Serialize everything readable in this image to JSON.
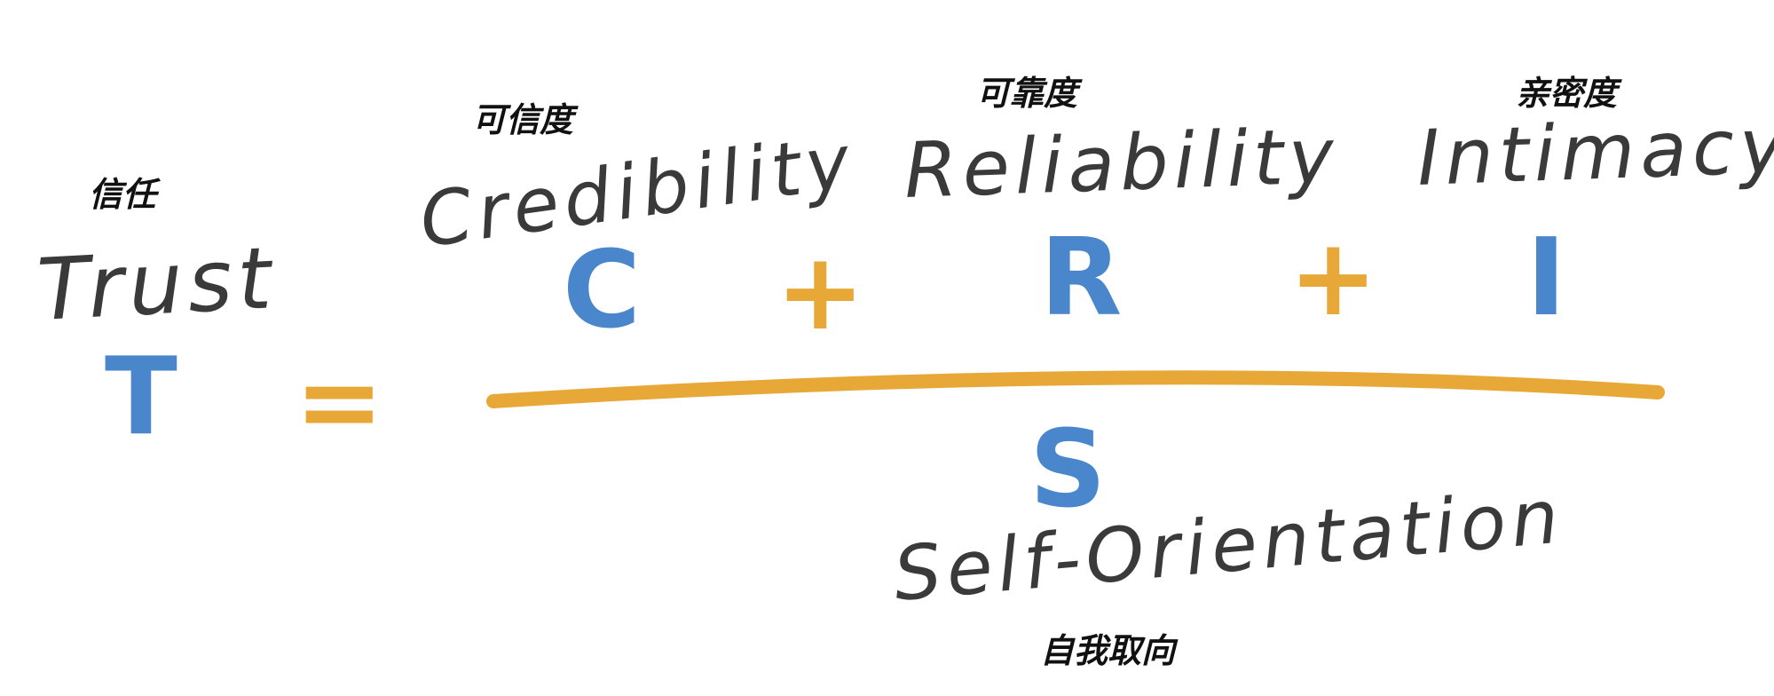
{
  "colors": {
    "letter": "#4a86cc",
    "operator": "#e8a838",
    "ink": "#3a3a3a",
    "chinese": "#111111"
  },
  "formula": {
    "lhs_letter": "T",
    "equals": "=",
    "numerator": [
      {
        "letter": "C",
        "word": "Credibility",
        "cn": "可信度"
      },
      {
        "letter": "R",
        "word": "Reliability",
        "cn": "可靠度"
      },
      {
        "letter": "I",
        "word": "Intimacy",
        "cn": "亲密度"
      }
    ],
    "plus": "+",
    "denominator": {
      "letter": "S",
      "word": "Self-Orientation",
      "cn": "自我取向"
    }
  },
  "trust": {
    "word": "Trust",
    "cn": "信任"
  }
}
